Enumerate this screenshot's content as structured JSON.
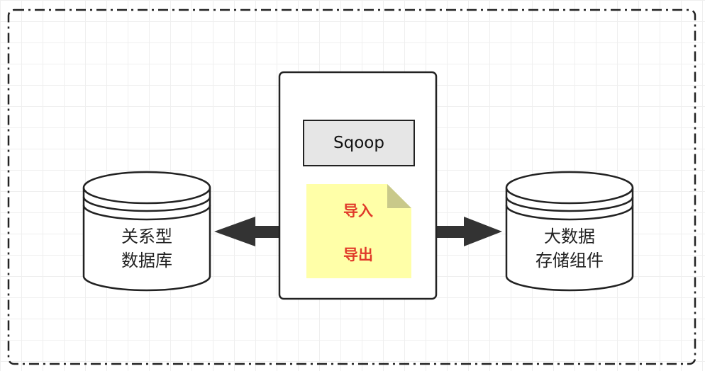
{
  "diagram": {
    "left_db": {
      "line1": "关系型",
      "line2": "数据库"
    },
    "right_db": {
      "line1": "大数据",
      "line2": "存储组件"
    },
    "sqoop_label": "Sqoop",
    "note": {
      "import_label": "导入",
      "export_label": "导出"
    }
  },
  "colors": {
    "note_fill": "#ffffa8",
    "note_fold": "#c9c98a",
    "sqoop_fill": "#e6e6e6",
    "arrow": "#333333",
    "action_text": "#e03a2a"
  }
}
